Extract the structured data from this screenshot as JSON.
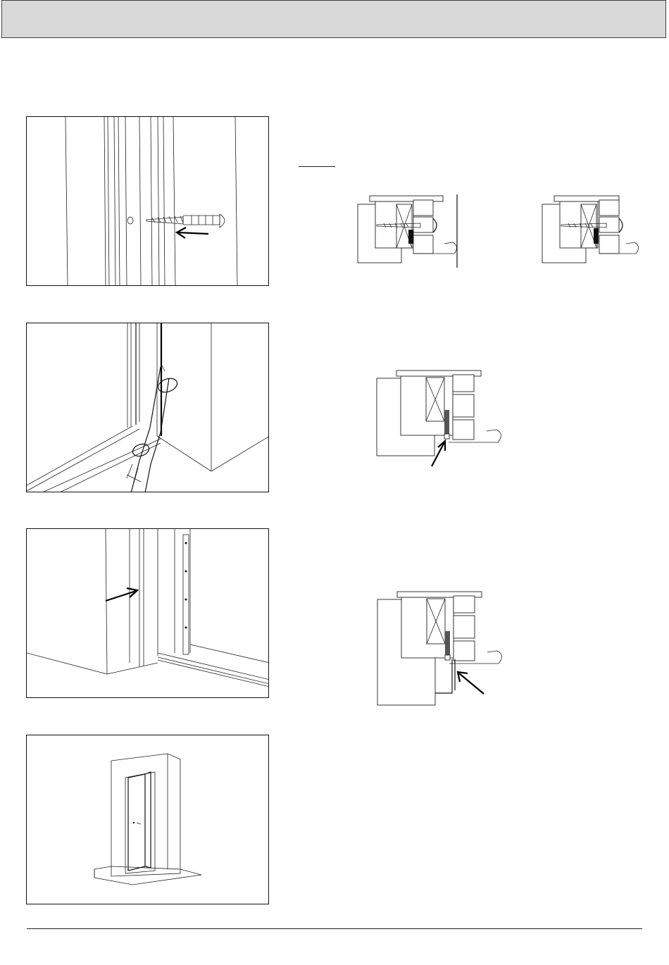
{
  "page": {
    "header_band_color": "#d9d9d9",
    "rule_color": "#222222"
  },
  "steps": [
    {
      "id": "step-1",
      "figure": "screw-into-frame-figure",
      "detail": "frame-section-detail-pair"
    },
    {
      "id": "step-2",
      "figure": "sealant-gun-figure",
      "detail": "sealant-joint-detail"
    },
    {
      "id": "step-3",
      "figure": "frame-joint-arrow-figure",
      "detail": "bottom-joint-detail"
    },
    {
      "id": "step-4",
      "figure": "installed-door-figure",
      "detail": ""
    }
  ],
  "icons": [
    "arrow-icon",
    "screw-icon",
    "sealant-gun-icon",
    "door-icon"
  ]
}
